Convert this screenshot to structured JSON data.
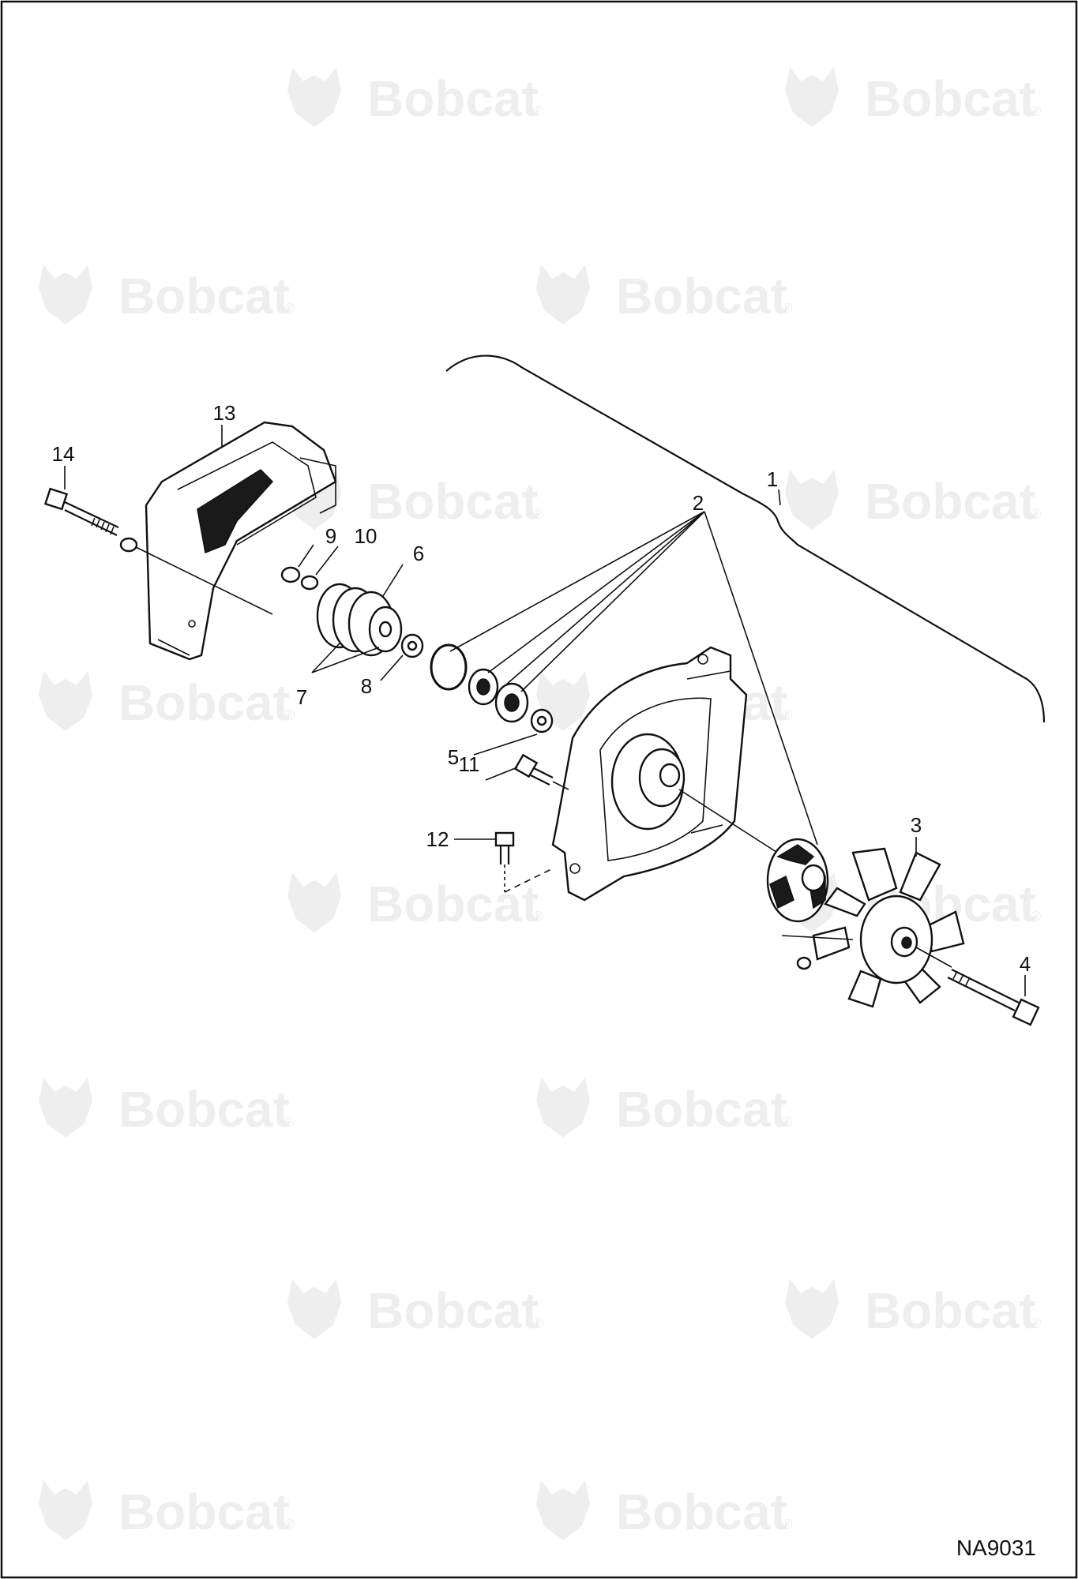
{
  "watermark": {
    "text": "Bobcat",
    "mark": "®"
  },
  "callouts": [
    {
      "id": "1",
      "text": "1"
    },
    {
      "id": "2",
      "text": "2"
    },
    {
      "id": "3",
      "text": "3"
    },
    {
      "id": "4",
      "text": "4"
    },
    {
      "id": "5",
      "text": "5"
    },
    {
      "id": "6",
      "text": "6"
    },
    {
      "id": "7",
      "text": "7"
    },
    {
      "id": "8",
      "text": "8"
    },
    {
      "id": "9",
      "text": "9"
    },
    {
      "id": "10",
      "text": "10"
    },
    {
      "id": "11",
      "text": "11"
    },
    {
      "id": "12",
      "text": "12"
    },
    {
      "id": "13",
      "text": "13"
    },
    {
      "id": "14",
      "text": "14"
    }
  ],
  "document_id": "NA9031"
}
